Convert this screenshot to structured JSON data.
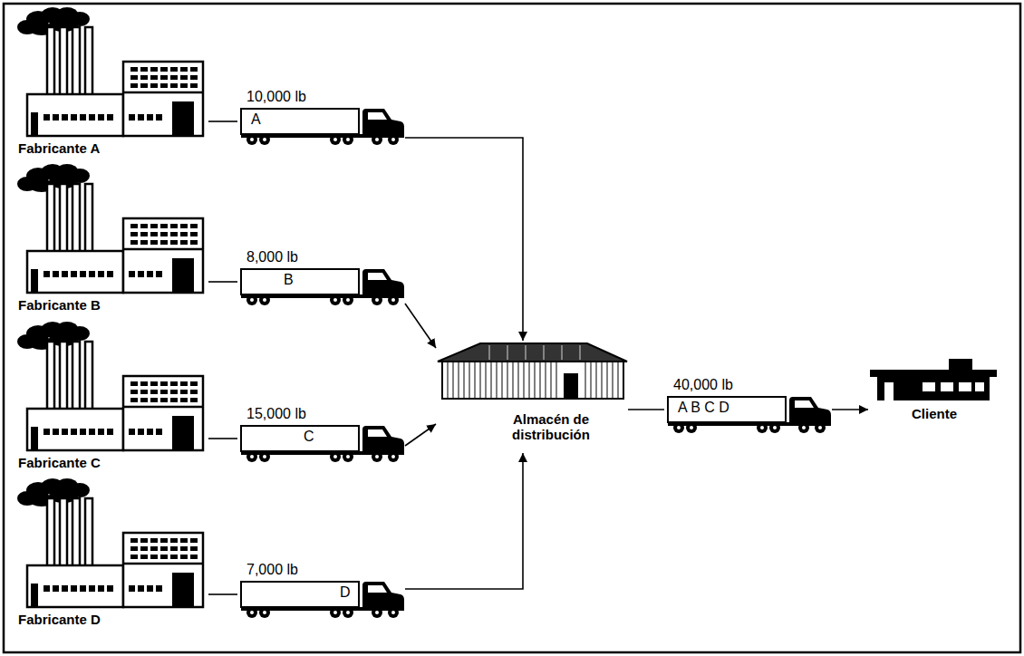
{
  "diagram": {
    "nodes": [
      {
        "text": [
          "Fabricante A"
        ]
      },
      {
        "text": [
          "10,000 lb",
          "A"
        ]
      },
      {
        "text": [
          "Fabricante B"
        ]
      },
      {
        "text": [
          "8,000 lb",
          "B"
        ]
      },
      {
        "text": [
          "Fabricante C"
        ]
      },
      {
        "text": [
          "15,000 lb",
          "C"
        ]
      },
      {
        "text": [
          "Fabricante D"
        ]
      },
      {
        "text": [
          "7,000 lb",
          "D"
        ]
      },
      {
        "text": [
          "Almacén de distribución"
        ]
      },
      {
        "text": [
          "40,000 lb",
          "A B C D"
        ]
      },
      {
        "text": [
          "Cliente"
        ]
      }
    ],
    "edges": [
      {
        "from": 0,
        "to": 1,
        "arrow": "none"
      },
      {
        "from": 1,
        "to": 8,
        "arrow": "to"
      },
      {
        "from": 2,
        "to": 3,
        "arrow": "none"
      },
      {
        "from": 3,
        "to": 8,
        "arrow": "to"
      },
      {
        "from": 4,
        "to": 5,
        "arrow": "none"
      },
      {
        "from": 5,
        "to": 8,
        "arrow": "to"
      },
      {
        "from": 6,
        "to": 7,
        "arrow": "none"
      },
      {
        "from": 7,
        "to": 8,
        "arrow": "to"
      },
      {
        "from": 8,
        "to": 9,
        "arrow": "none"
      },
      {
        "from": 9,
        "to": 10,
        "arrow": "to"
      }
    ]
  }
}
